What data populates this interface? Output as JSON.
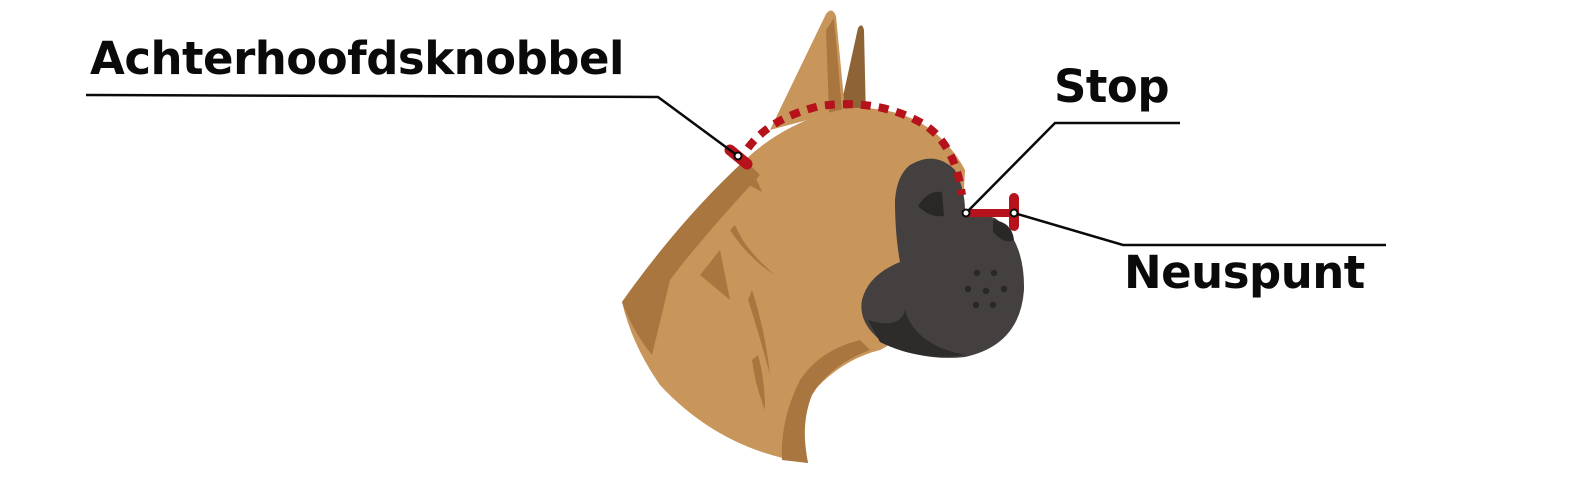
{
  "diagram": {
    "subject": "dog head profile (boxer)",
    "labels": {
      "occiput": "Achterhoofdsknobbel",
      "stop": "Stop",
      "nose_tip": "Neuspunt"
    },
    "colors": {
      "fur_light": "#C8955A",
      "fur_dark": "#A97640",
      "ear_back": "#8E6336",
      "muzzle": "#444040",
      "muzzle_shadow": "#2E2B2B",
      "measure_line": "#B5121B",
      "leader_line": "#0a0a0a",
      "background": "#FFFFFF"
    },
    "annotations": [
      {
        "id": "occiput",
        "type": "dashed-arc",
        "description": "skull length from occiput to stop"
      },
      {
        "id": "stop",
        "type": "point"
      },
      {
        "id": "nose_tip",
        "type": "solid-bar",
        "description": "muzzle length from stop to nose tip"
      }
    ]
  }
}
